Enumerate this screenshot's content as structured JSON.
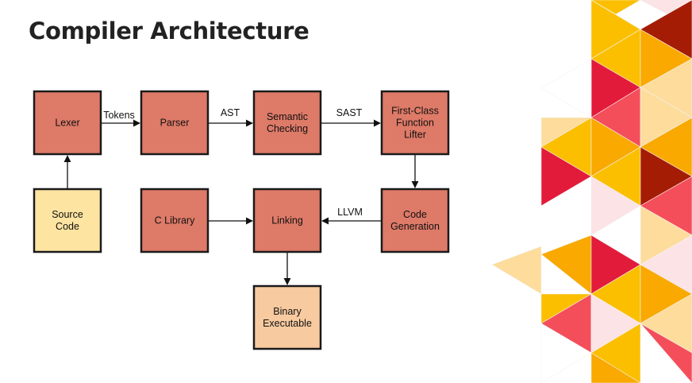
{
  "slide": {
    "title": "Compiler Architecture"
  },
  "colors": {
    "stage": "#de7a68",
    "input": "#fde4a1",
    "output": "#f8caa0",
    "border": "#1a1a1a",
    "deco_palette": [
      "#fbbf00",
      "#f9a900",
      "#a51c05",
      "#e31b3a",
      "#f44e5a",
      "#fddc9c",
      "#fce3e6",
      "#ffffff"
    ]
  },
  "diagram": {
    "nodes": [
      {
        "id": "lexer",
        "lines": [
          "Lexer"
        ],
        "kind": "stage"
      },
      {
        "id": "parser",
        "lines": [
          "Parser"
        ],
        "kind": "stage"
      },
      {
        "id": "semantic-checking",
        "lines": [
          "Semantic",
          "Checking"
        ],
        "kind": "stage"
      },
      {
        "id": "first-class-function-lifter",
        "lines": [
          "First-Class",
          "Function",
          "Lifter"
        ],
        "kind": "stage"
      },
      {
        "id": "source-code",
        "lines": [
          "Source",
          "Code"
        ],
        "kind": "input"
      },
      {
        "id": "c-library",
        "lines": [
          "C Library"
        ],
        "kind": "stage"
      },
      {
        "id": "linking",
        "lines": [
          "Linking"
        ],
        "kind": "stage"
      },
      {
        "id": "code-generation",
        "lines": [
          "Code",
          "Generation"
        ],
        "kind": "stage"
      },
      {
        "id": "binary-executable",
        "lines": [
          "Binary",
          "Executable"
        ],
        "kind": "output"
      }
    ],
    "edges": [
      {
        "from": "source-code",
        "to": "lexer",
        "label": ""
      },
      {
        "from": "lexer",
        "to": "parser",
        "label": "Tokens"
      },
      {
        "from": "parser",
        "to": "semantic-checking",
        "label": "AST"
      },
      {
        "from": "semantic-checking",
        "to": "first-class-function-lifter",
        "label": "SAST"
      },
      {
        "from": "first-class-function-lifter",
        "to": "code-generation",
        "label": ""
      },
      {
        "from": "code-generation",
        "to": "linking",
        "label": "LLVM"
      },
      {
        "from": "c-library",
        "to": "linking",
        "label": ""
      },
      {
        "from": "linking",
        "to": "binary-executable",
        "label": ""
      }
    ]
  }
}
